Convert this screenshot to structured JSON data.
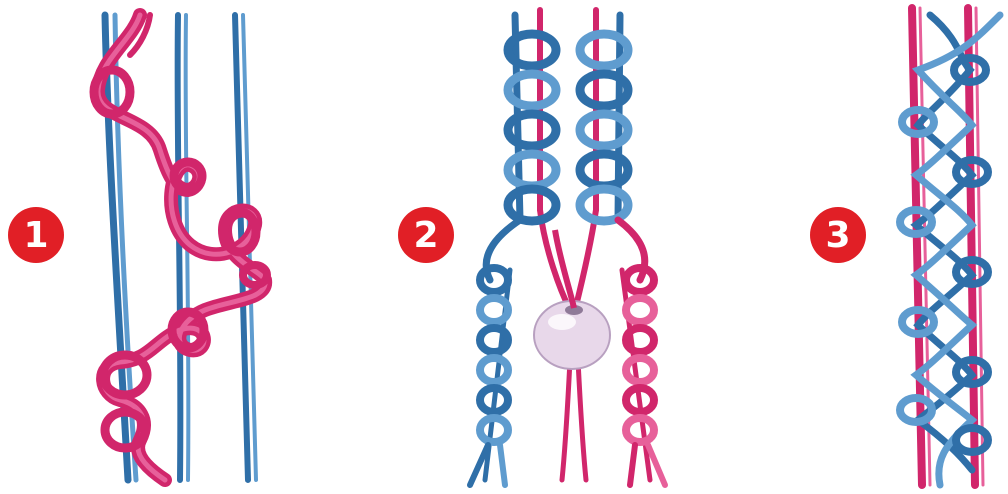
{
  "colors": {
    "badge": "#e11f26",
    "blue_cord": "#2f6fa8",
    "blue_cord_light": "#5f9ccf",
    "blue_cord_dark": "#1c4677",
    "pink_cord": "#d1266b",
    "pink_cord_light": "#e7609a",
    "bead": "#e8d8ea"
  },
  "steps": [
    {
      "number": "1",
      "icon": "macrame-half-hitch-illustration"
    },
    {
      "number": "2",
      "icon": "macrame-bead-split-illustration"
    },
    {
      "number": "3",
      "icon": "macrame-alternating-knot-illustration"
    }
  ]
}
